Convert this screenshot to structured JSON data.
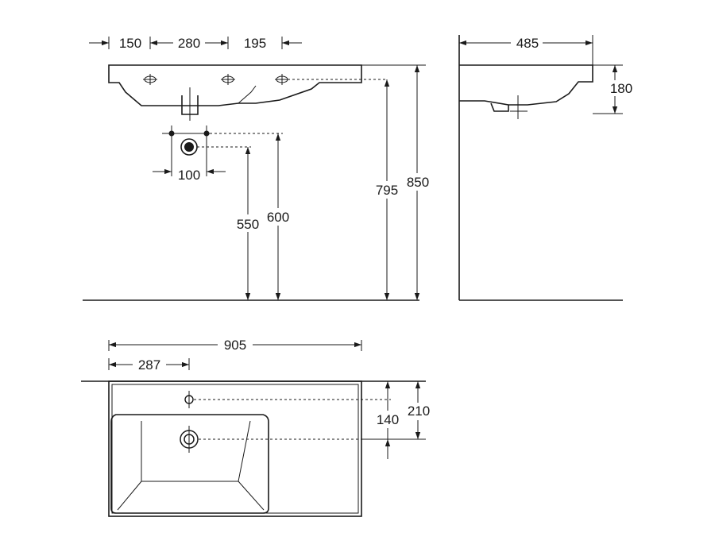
{
  "diagram": {
    "colors": {
      "line": "#1a1a1a",
      "background": "#ffffff"
    },
    "front_view": {
      "tap_spacing_left": "150",
      "tap_spacing_mid": "280",
      "tap_spacing_right": "195",
      "drain_outlet_spacing": "100",
      "drain_height_low": "550",
      "drain_height_high": "600",
      "basin_bottom_height": "795",
      "rim_height": "850"
    },
    "side_view": {
      "depth": "485",
      "basin_height": "180"
    },
    "top_view": {
      "overall_width": "905",
      "bowl_offset": "287",
      "drain_offset": "140",
      "tap_hole_offset": "210"
    }
  }
}
